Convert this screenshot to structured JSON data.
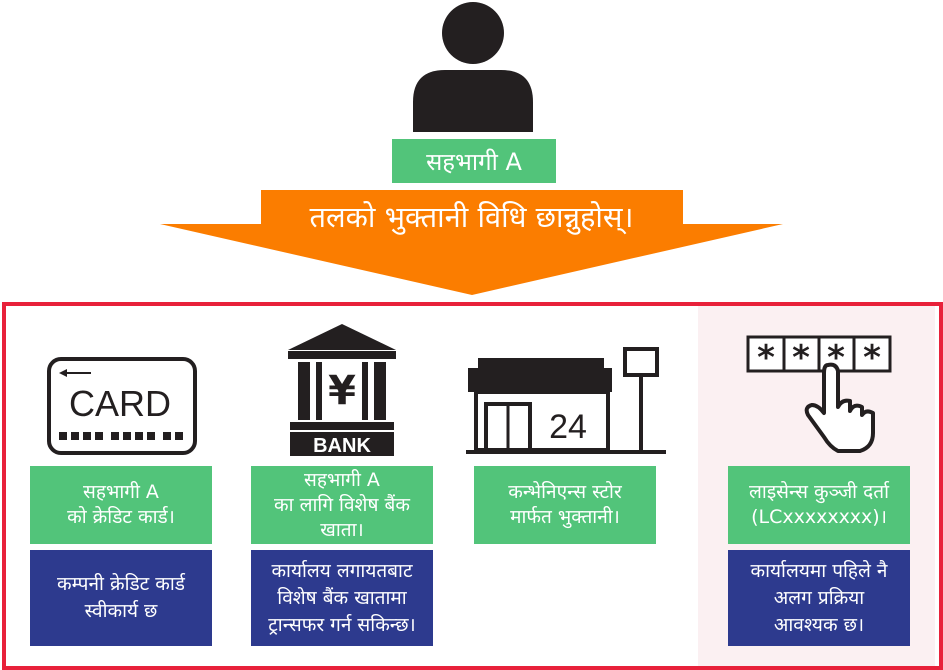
{
  "participant": {
    "label": "सहभागी A"
  },
  "banner": {
    "text": "तलको भुक्तानी विधि छान्नुहोस्।"
  },
  "methods": [
    {
      "icon_text": "CARD",
      "label": "सहभागी A\nको क्रेडिट कार्ड।",
      "description": "कम्पनी क्रेडिट कार्ड\nस्वीकार्य छ"
    },
    {
      "icon_text": "BANK",
      "icon_symbol": "¥",
      "label": "सहभागी A\nका लागि विशेष बैंक\nखाता।",
      "description": "कार्यालय लगायतबाट\nविशेष बैंक खातामा\nट्रान्सफर गर्न सकिन्छ।"
    },
    {
      "icon_text": "24",
      "label": "कन्भेनिएन्स स्टोर\nमार्फत भुक्तानी।"
    },
    {
      "icon_text": "****",
      "label": "लाइसेन्स कुञ्जी दर्ता\n(LCxxxxxxxx)।",
      "description": "कार्यालयमा पहिले नै\nअलग प्रक्रिया\nआवश्यक छ।"
    }
  ],
  "colors": {
    "green": "#52c47a",
    "navy": "#2d3a8e",
    "orange": "#fb7d00",
    "red": "#e8213a",
    "pink": "#fbf0f2",
    "dark": "#231f20"
  }
}
